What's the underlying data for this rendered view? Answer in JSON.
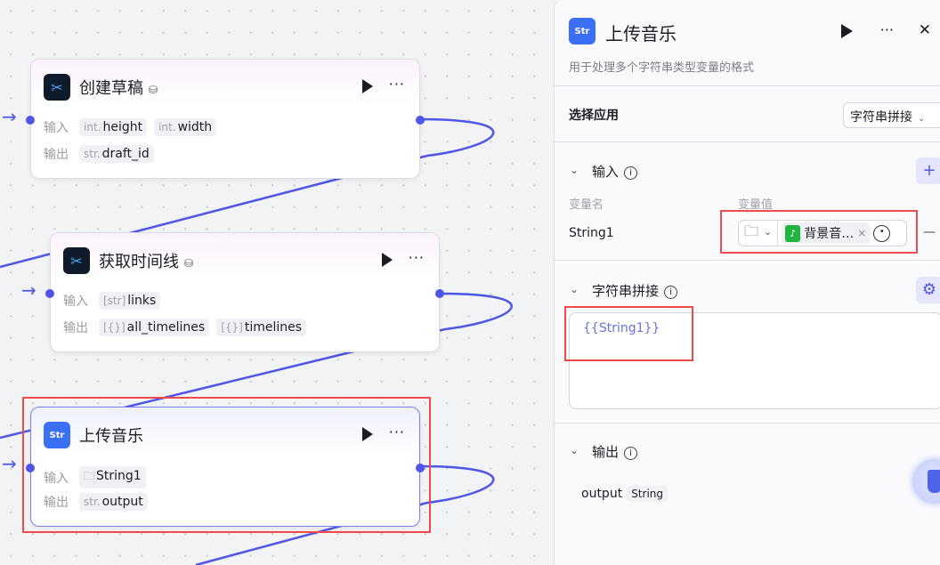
{
  "canvas": {
    "nodes": [
      {
        "title": "创建草稿",
        "inputs_label": "输入",
        "outputs_label": "输出",
        "inputs": [
          {
            "type": "int.",
            "name": "height"
          },
          {
            "type": "int.",
            "name": "width"
          }
        ],
        "outputs": [
          {
            "type": "str.",
            "name": "draft_id"
          }
        ]
      },
      {
        "title": "获取时间线",
        "inputs_label": "输入",
        "outputs_label": "输出",
        "inputs": [
          {
            "type": "[str]",
            "name": "links"
          }
        ],
        "outputs": [
          {
            "type": "[{}]",
            "name": "all_timelines"
          },
          {
            "type": "[{}]",
            "name": "timelines"
          }
        ]
      },
      {
        "title": "上传音乐",
        "icon_text": "Str",
        "inputs_label": "输入",
        "outputs_label": "输出",
        "inputs": [
          {
            "name": "String1"
          }
        ],
        "outputs": [
          {
            "type": "str.",
            "name": "output"
          }
        ]
      }
    ],
    "more_glyph": "···",
    "edge_color": "#4f55e6"
  },
  "panel": {
    "icon_text": "Str",
    "title": "上传音乐",
    "description": "用于处理多个字符串类型变量的格式",
    "more_glyph": "···",
    "close_glyph": "✕",
    "select_app_label": "选择应用",
    "select_app_value": "字符串拼接",
    "input_section": "输入",
    "col_name": "变量名",
    "col_value": "变量值",
    "variable_name": "String1",
    "variable_ref": "背景音…",
    "remove_glyph": "×",
    "minus_glyph": "—",
    "add_glyph": "+",
    "concat_section": "字符串拼接",
    "concat_template": "{{String1}}",
    "output_section": "输出",
    "output_name": "output",
    "output_type": "String"
  },
  "highlight_color": "#f04a4a"
}
